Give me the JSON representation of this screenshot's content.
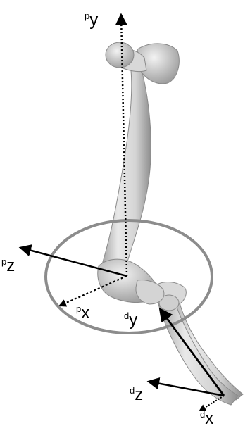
{
  "axes": {
    "proximal": {
      "y": {
        "sup": "p",
        "letter": "y"
      },
      "z": {
        "sup": "p",
        "letter": "z"
      },
      "x": {
        "sup": "p",
        "letter": "x"
      }
    },
    "distal": {
      "y": {
        "sup": "d",
        "letter": "y"
      },
      "z": {
        "sup": "d",
        "letter": "z"
      },
      "x": {
        "sup": "d",
        "letter": "x"
      }
    }
  },
  "colors": {
    "bone": "#e6e6e6",
    "bone_shadow": "#a9a9a9",
    "circle": "#8c8c8c",
    "axis": "#000000"
  }
}
